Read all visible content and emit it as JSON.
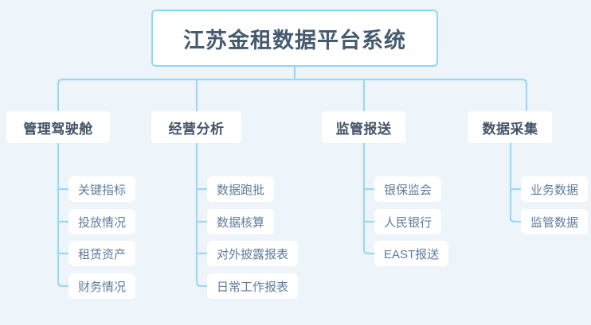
{
  "diagram": {
    "type": "org-tree",
    "title": "江苏金租数据平台系统",
    "colors": {
      "background": "#eef5fa",
      "connector": "#9bd8f2",
      "root_border": "#8ed6f7",
      "node_fill": "#ffffff",
      "root_text": "#455a6e",
      "level2_text": "#435468",
      "leaf_text": "#5f7d9b"
    },
    "root": {
      "label": "江苏金租数据平台系统"
    },
    "branches": [
      {
        "label": "管理驾驶舱",
        "children": [
          {
            "label": "关键指标"
          },
          {
            "label": "投放情况"
          },
          {
            "label": "租赁资产"
          },
          {
            "label": "财务情况"
          }
        ]
      },
      {
        "label": "经营分析",
        "children": [
          {
            "label": "数据跑批"
          },
          {
            "label": "数据核算"
          },
          {
            "label": "对外披露报表"
          },
          {
            "label": "日常工作报表"
          }
        ]
      },
      {
        "label": "监管报送",
        "children": [
          {
            "label": "银保监会"
          },
          {
            "label": "人民银行"
          },
          {
            "label": "EAST报送"
          }
        ]
      },
      {
        "label": "数据采集",
        "children": [
          {
            "label": "业务数据"
          },
          {
            "label": "监管数据"
          }
        ]
      }
    ]
  }
}
